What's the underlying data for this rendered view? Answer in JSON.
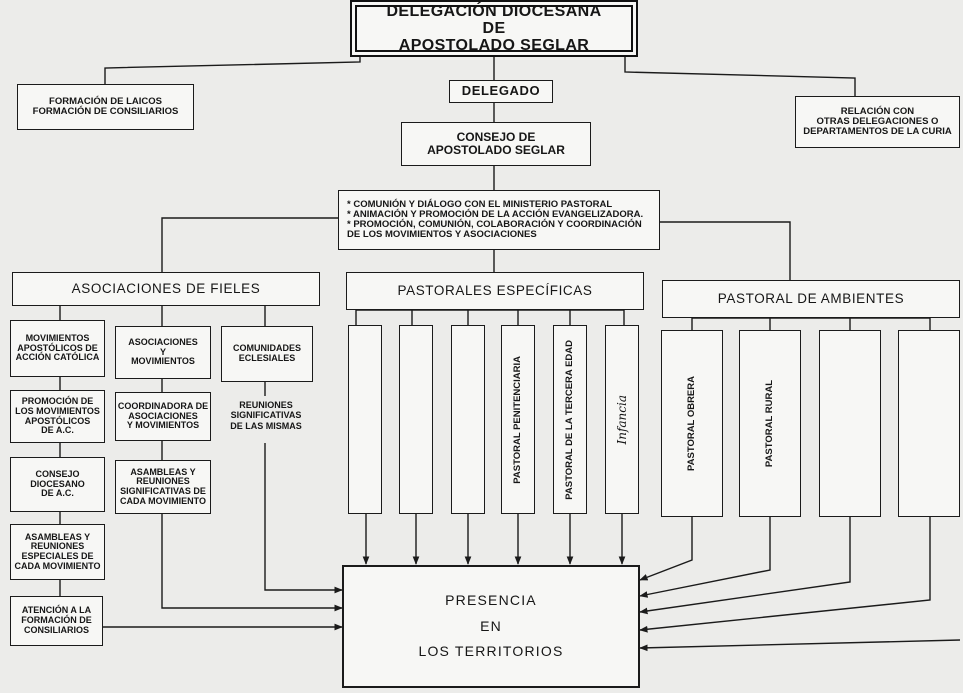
{
  "header": {
    "title": "DELEGACIÓN DIOCESANA\nDE\nAPOSTOLADO SEGLAR"
  },
  "side_left": "FORMACIÓN DE LAICOS\nFORMACIÓN DE CONSILIARIOS",
  "side_right": "RELACIÓN CON\nOTRAS DELEGACIONES O\nDEPARTAMENTOS DE LA CURIA",
  "delegado": "DELEGADO",
  "consejo": "CONSEJO DE\nAPOSTOLADO SEGLAR",
  "functions": [
    "COMUNIÓN Y DIÁLOGO CON EL MINISTERIO PASTORAL",
    "ANIMACIÓN Y PROMOCIÓN DE LA ACCIÓN EVANGELIZADORA.",
    "PROMOCIÓN, COMUNIÓN, COLABORACIÓN Y COORDINACIÓN DE LOS MOVIMIENTOS Y ASOCIACIONES"
  ],
  "sections": {
    "asociaciones": "ASOCIACIONES DE FIELES",
    "especificas": "PASTORALES ESPECÍFICAS",
    "ambientes": "PASTORAL DE AMBIENTES"
  },
  "col1": [
    "MOVIMIENTOS\nAPOSTÓLICOS DE\nACCIÓN CATÓLICA",
    "PROMOCIÓN DE\nLOS MOVIMIENTOS\nAPOSTÓLICOS\nDE A.C.",
    "CONSEJO\nDIOCESANO\nDE A.C.",
    "ASAMBLEAS Y\nREUNIONES\nESPECIALES DE\nCADA MOVIMIENTO",
    "ATENCIÓN A LA\nFORMACIÓN DE\nCONSILIARIOS"
  ],
  "col2": [
    "ASOCIACIONES\nY\nMOVIMIENTOS",
    "COORDINADORA DE\nASOCIACIONES\nY MOVIMIENTOS",
    "ASAMBLEAS Y\nREUNIONES\nSIGNIFICATIVAS DE\nCADA MOVIMIENTO"
  ],
  "col3": {
    "box": "COMUNIDADES\nECLESIALES",
    "text": "REUNIONES\nSIGNIFICATIVAS\nDE LAS MISMAS"
  },
  "specific_pastorals": [
    "",
    "",
    "",
    "PASTORAL PENITENCIARIA",
    "PASTORAL DE LA TERCERA EDAD",
    "Infancia"
  ],
  "environment_pastorals": [
    "PASTORAL OBRERA",
    "PASTORAL RURAL",
    "",
    ""
  ],
  "presencia": "PRESENCIA\nEN\nLOS TERRITORIOS"
}
